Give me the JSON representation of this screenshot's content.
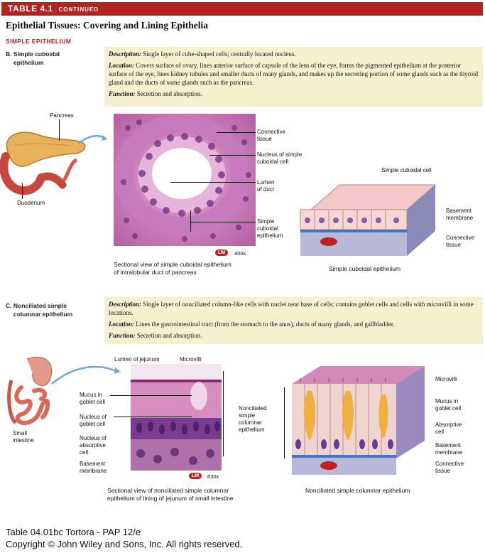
{
  "header": {
    "table_number": "TABLE 4.1",
    "continued": "CONTINUED"
  },
  "title": "Epithelial Tissues: Covering and Lining Epithelia",
  "section": "SIMPLE EPITHELIUM",
  "cuboidal": {
    "label_line1": "B. Simple cuboidal",
    "label_line2": "epithelium",
    "desc_head": "Description:",
    "desc": "Single layer of cube-shaped cells; centrally located nucleus.",
    "loc_head": "Location:",
    "loc": "Covers surface of ovary, lines anterior surface of capsule of the lens of the eye, forms the pigmented epithelium at the posterior surface of the eye, lines kidney tubules and smaller ducts of many glands, and makes up the secreting portion of some glands such as the thyroid gland and the ducts of some glands such as the pancreas.",
    "func_head": "Function:",
    "func": "Secretion and absorption.",
    "organ_labels": {
      "pancreas": "Pancreas",
      "duodenum": "Duodenum"
    },
    "micro_labels": {
      "connective_1": "Connective",
      "connective_2": "tissue",
      "nucleus_1": "Nucleus of simple",
      "nucleus_2": "cuboidal cell",
      "lumen_1": "Lumen",
      "lumen_2": "of duct",
      "simple_1": "Simple",
      "simple_2": "cuboidal",
      "simple_3": "epithelium"
    },
    "lm": "LM",
    "magnification": "400x",
    "caption_1": "Sectional view of simple cuboidal epithelium",
    "caption_2": "of intralobular duct of pancreas",
    "diagram_labels": {
      "cell": "Simple cuboidal cell",
      "basement_1": "Basement",
      "basement_2": "membrane",
      "connective_1": "Connective",
      "connective_2": "tissue"
    },
    "diagram_caption": "Simple cuboidal epithelium"
  },
  "columnar": {
    "label_line1": "C. Nonciliated simple",
    "label_line2": "columnar epithelium",
    "desc_head": "Description:",
    "desc": "Single layer of nonciliated column-like cells with nuclei near base of cells; contains goblet cells and cells with microvilli in some locations.",
    "loc_head": "Location:",
    "loc": "Lines the gastrointestinal tract (from the stomach to the anus), ducts of many glands, and gallbladder.",
    "func_head": "Function:",
    "func": "Secretion and absorption.",
    "organ_labels": {
      "small_1": "Small",
      "small_2": "intestine"
    },
    "micro_labels": {
      "lumen": "Lumen of jejunum",
      "microvilli": "Microvilli",
      "mucus_1": "Mucus in",
      "mucus_2": "goblet cell",
      "nuc_goblet_1": "Nucleus of",
      "nuc_goblet_2": "goblet cell",
      "nuc_abs_1": "Nucleus of",
      "nuc_abs_2": "absorptive",
      "nuc_abs_3": "cell",
      "basement_1": "Basement",
      "basement_2": "membrane",
      "nonc_1": "Nonciliated",
      "nonc_2": "simple",
      "nonc_3": "columnar",
      "nonc_4": "epithelium"
    },
    "lm": "LM",
    "magnification": "630x",
    "caption_1": "Sectional view of nonciliated simple columnar",
    "caption_2": "epithelium of lining of jejunum of small intestine",
    "diagram_labels": {
      "microvilli": "Microvilli",
      "mucus_1": "Mucus in",
      "mucus_2": "goblet cell",
      "abs_1": "Absorptive",
      "abs_2": "cell",
      "basement_1": "Basement",
      "basement_2": "membrane",
      "connective_1": "Connective",
      "connective_2": "tissue"
    },
    "diagram_caption": "Nonciliated simple columnar epithelium"
  },
  "footer": {
    "line1": "Table 04.01bc  Tortora - PAP 12/e",
    "line2": "Copyright © John Wiley and Sons, Inc. All rights reserved."
  },
  "colors": {
    "header": "#b5231f",
    "desc_bg": "#f5f1cf",
    "lm_badge": "#c81e1e"
  }
}
